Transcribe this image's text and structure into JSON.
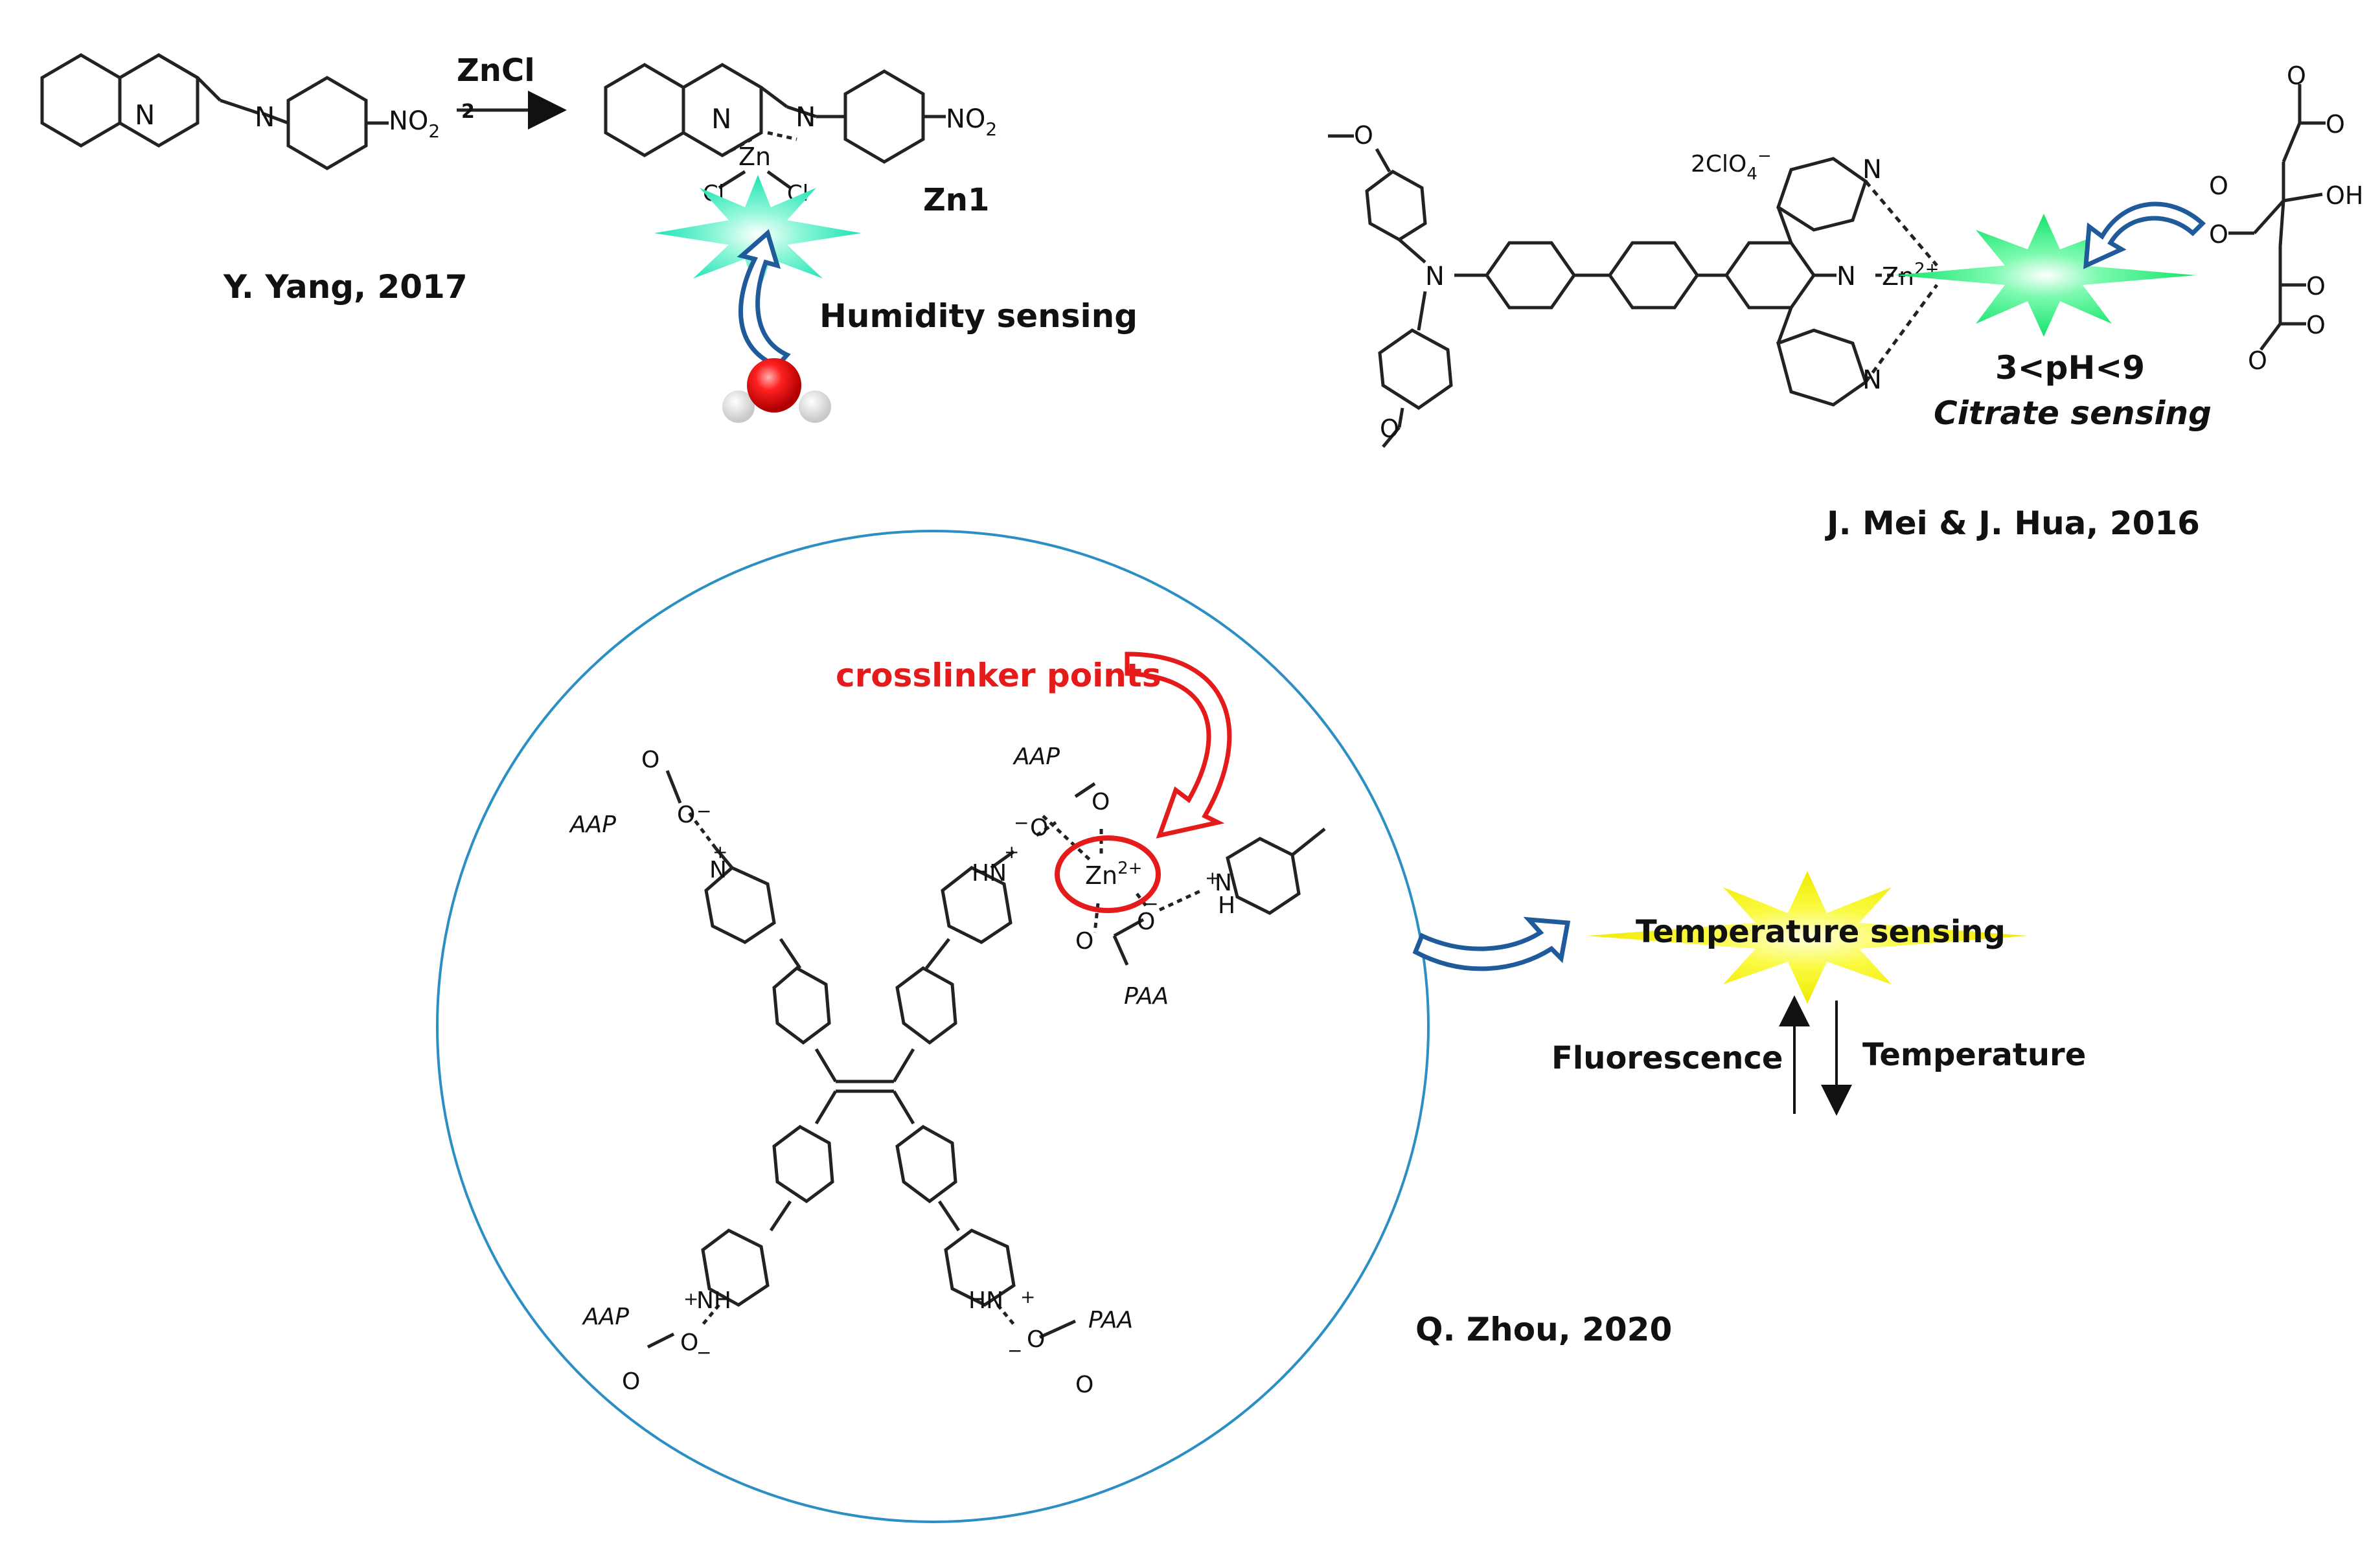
{
  "panel_yang": {
    "reagent": "ZnCl",
    "reagent_sub": "2",
    "nitro": "NO",
    "nitro_sub": "2",
    "complex_label": "Zn1",
    "zn": "Zn",
    "cl": "Cl",
    "n": "N",
    "citation": "Y. Yang, 2017",
    "sensing": "Humidity sensing"
  },
  "panel_mei": {
    "counterion": "2ClO",
    "counterion_sub": "4",
    "counterion_sup": "−",
    "zn": "Zn",
    "zn_charge": "2+",
    "ph_range": "3<pH<9",
    "sensing": "Citrate sensing",
    "citation": "J. Mei & J. Hua, 2016",
    "oh": "OH",
    "o": "O",
    "n": "N"
  },
  "panel_zhou": {
    "crosslinker_label": "crosslinker points",
    "zn": "Zn",
    "zn_charge": "2+",
    "aap": "AAP",
    "paa": "PAA",
    "n": "N",
    "hn": "HN",
    "nh": "NH",
    "h": "H",
    "o": "O",
    "plus": "+",
    "minus": "−",
    "sensing": "Temperature sensing",
    "fluorescence": "Fluorescence",
    "temperature": "Temperature",
    "citation": "Q. Zhou, 2020"
  },
  "colors": {
    "green_star": "#2bf07a",
    "yellow_star": "#f3f300",
    "circle": "#2b8fc4",
    "blue_arrow": "#1f5a9a",
    "red": "#e51b1b"
  }
}
